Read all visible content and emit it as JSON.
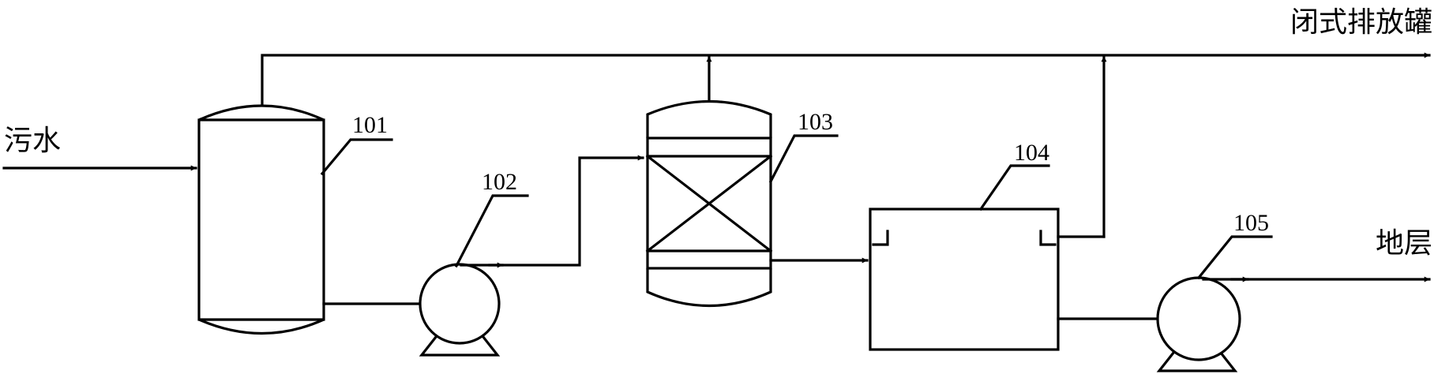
{
  "streams": {
    "sewage_in": "污水",
    "closed_drain_tank": "闭式排放罐",
    "formation": "地层"
  },
  "equipment": {
    "tank_101": "101",
    "pump_102": "102",
    "reactor_103": "103",
    "vessel_104": "104",
    "pump_105": "105"
  }
}
